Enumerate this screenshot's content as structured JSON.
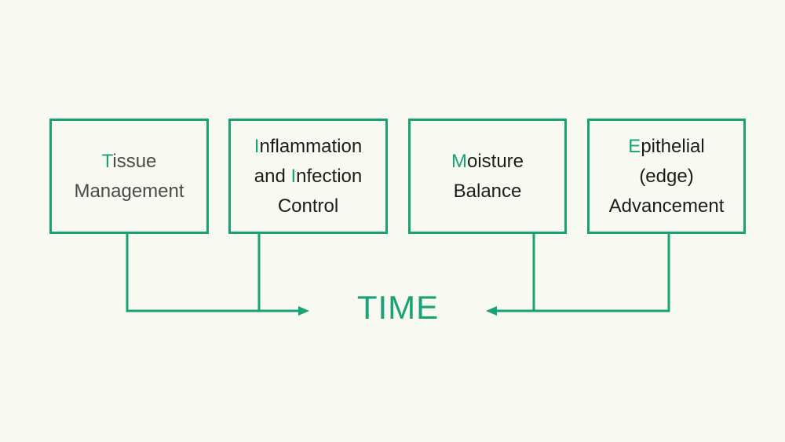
{
  "time_label": "TIME",
  "colors": {
    "green": "#18a377",
    "background": "#f8f9f1",
    "box_text": "#1c1c1c"
  },
  "boxes": [
    {
      "name": "tissue-management",
      "text_color": "#4a4a4a",
      "lines": [
        [
          {
            "t": "T",
            "accent": true
          },
          {
            "t": "issue"
          }
        ],
        [
          {
            "t": "Management"
          }
        ]
      ]
    },
    {
      "name": "inflammation-and-infection-control",
      "text_color": "#1c1c1c",
      "lines": [
        [
          {
            "t": "I",
            "accent": true
          },
          {
            "t": "nflammation"
          }
        ],
        [
          {
            "t": "and "
          },
          {
            "t": "I",
            "accent": true
          },
          {
            "t": "nfection"
          }
        ],
        [
          {
            "t": "Control"
          }
        ]
      ]
    },
    {
      "name": "moisture-balance",
      "text_color": "#1c1c1c",
      "lines": [
        [
          {
            "t": "M",
            "accent": true
          },
          {
            "t": "oisture"
          }
        ],
        [
          {
            "t": "Balance"
          }
        ]
      ]
    },
    {
      "name": "epithelial-edge-advancement",
      "text_color": "#1c1c1c",
      "lines": [
        [
          {
            "t": "E",
            "accent": true
          },
          {
            "t": "pithelial"
          }
        ],
        [
          {
            "t": "(edge)"
          }
        ],
        [
          {
            "t": "Advancement"
          }
        ]
      ]
    }
  ]
}
